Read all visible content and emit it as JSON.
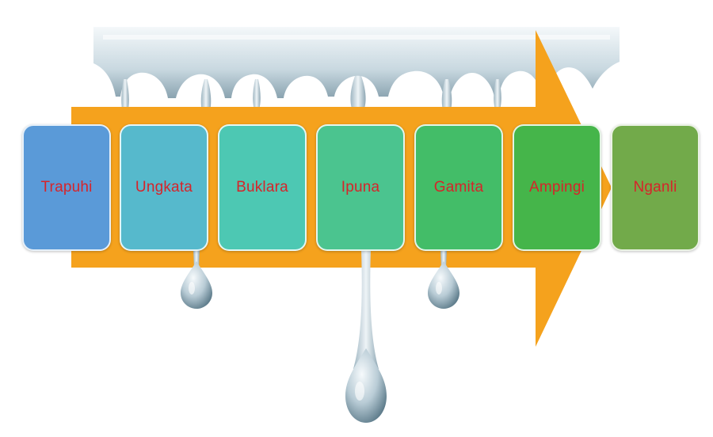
{
  "colors": {
    "arrow": "#f5a21d",
    "label_text": "#d6242a",
    "water_light": "#e6eef2",
    "water_mid": "#b4c8d2",
    "water_dark": "#6f8c9a"
  },
  "stages": [
    {
      "label": "Trapuhi",
      "color": "#5a9ad8"
    },
    {
      "label": "Ungkata",
      "color": "#56b9cc"
    },
    {
      "label": "Buklara",
      "color": "#4dc8b3"
    },
    {
      "label": "Ipuna",
      "color": "#4bc48f"
    },
    {
      "label": "Gamita",
      "color": "#43bd68"
    },
    {
      "label": "Ampingi",
      "color": "#45b54a"
    },
    {
      "label": "Nganli",
      "color": "#72aa4a"
    }
  ]
}
